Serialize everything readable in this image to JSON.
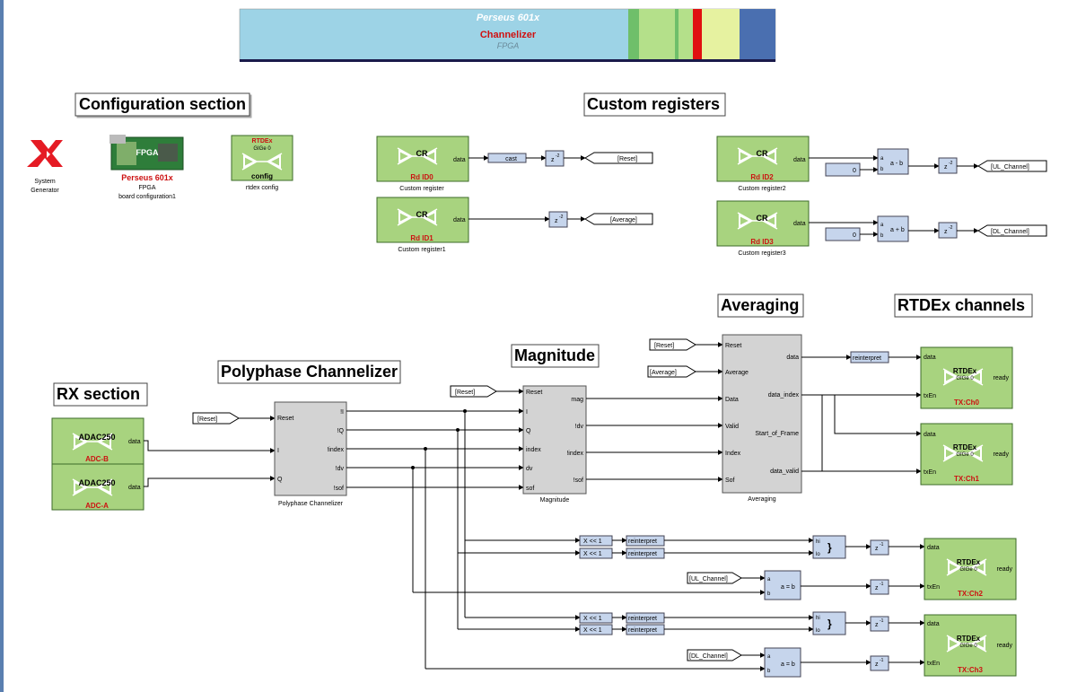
{
  "banner": {
    "title": "Perseus 601x",
    "subtitle": "Channelizer",
    "caption": "FPGA"
  },
  "sections": {
    "configuration": "Configuration section",
    "custom_registers": "Custom registers",
    "rx": "RX section",
    "polyphase": "Polyphase Channelizer",
    "magnitude": "Magnitude",
    "averaging": "Averaging",
    "rtdex_channels": "RTDEx channels"
  },
  "config": {
    "sysgen_label1": "System",
    "sysgen_label2": "Generator",
    "board_icon_text": "FPGA",
    "board_name": "Perseus 601x",
    "board_label1": "FPGA",
    "board_label2": "board configuration1",
    "rtdex_top": "RTDEx",
    "rtdex_sub": "GIGe 0",
    "rtdex_config": "config",
    "rtdex_label": "rtdex config"
  },
  "registers": [
    {
      "cr": "CR",
      "port": "data",
      "id": "Rd ID0",
      "label": "Custom register"
    },
    {
      "cr": "CR",
      "port": "data",
      "id": "Rd ID1",
      "label": "Custom register1"
    },
    {
      "cr": "CR",
      "port": "data",
      "id": "Rd ID2",
      "label": "Custom register2"
    },
    {
      "cr": "CR",
      "port": "data",
      "id": "Rd ID3",
      "label": "Custom register3"
    }
  ],
  "small_blocks": {
    "cast": "cast",
    "delay": "z",
    "delay_exp2": "-2",
    "delay_exp1": "-1",
    "const_val": "0",
    "sub": "a - b",
    "add": "a + b",
    "eq": "a = b",
    "shift": "X << 1",
    "reinterpret": "reinterpret",
    "port_a": "a",
    "port_b": "b",
    "port_hi": "hi",
    "port_lo": "lo"
  },
  "goto_tags": {
    "reset": "[Reset]",
    "average": "[Average]",
    "ul": "[UL_Channel]",
    "dl": "[DL_Channel]"
  },
  "from_tags": {
    "reset": "[Reset]",
    "average": "[Average]",
    "ul": "[UL_Channel]",
    "dl": "[DL_Channel]"
  },
  "adc": [
    {
      "name": "ADAC250",
      "port": "data",
      "tag": "ADC-B"
    },
    {
      "name": "ADAC250",
      "port": "data",
      "tag": "ADC-A"
    }
  ],
  "polyphase": {
    "in_ports": [
      "Reset",
      "I",
      "Q"
    ],
    "out_ports": [
      "!I",
      "!Q",
      "!index",
      "!dv",
      "!sof"
    ],
    "label": "Polyphase Channelizer"
  },
  "magnitude": {
    "in_ports": [
      "Reset",
      "I",
      "Q",
      "index",
      "dv",
      "sof"
    ],
    "out_ports": [
      "mag",
      "!dv",
      "!index",
      "!sof"
    ],
    "label": "Magnitude"
  },
  "averaging": {
    "in_ports": [
      "Reset",
      "Average",
      "Data",
      "Valid",
      "Index",
      "Sof"
    ],
    "out_ports": [
      "data",
      "data_index",
      "Start_of_Frame",
      "data_valid"
    ],
    "label": "Averaging"
  },
  "tx": [
    {
      "name": "RTDEx",
      "sub": "GIGe 0",
      "in1": "data",
      "in2": "txEn",
      "out": "ready",
      "tag": "TX:Ch0"
    },
    {
      "name": "RTDEx",
      "sub": "GIGe 0",
      "in1": "data",
      "in2": "txEn",
      "out": "ready",
      "tag": "TX:Ch1"
    },
    {
      "name": "RTDEx",
      "sub": "GIGe 0",
      "in1": "data",
      "in2": "txEn",
      "out": "ready",
      "tag": "TX:Ch2"
    },
    {
      "name": "RTDEx",
      "sub": "GIGe 0",
      "in1": "data",
      "in2": "txEn",
      "out": "ready",
      "tag": "TX:Ch3"
    }
  ],
  "colors": {
    "block_green": "#a8d37f",
    "block_border": "#3d6b2a",
    "small_blue": "#c6d5ec",
    "gray_block": "#d3d3d3",
    "banner_blue": "#9dd3e6",
    "red_text": "#cc1111"
  }
}
